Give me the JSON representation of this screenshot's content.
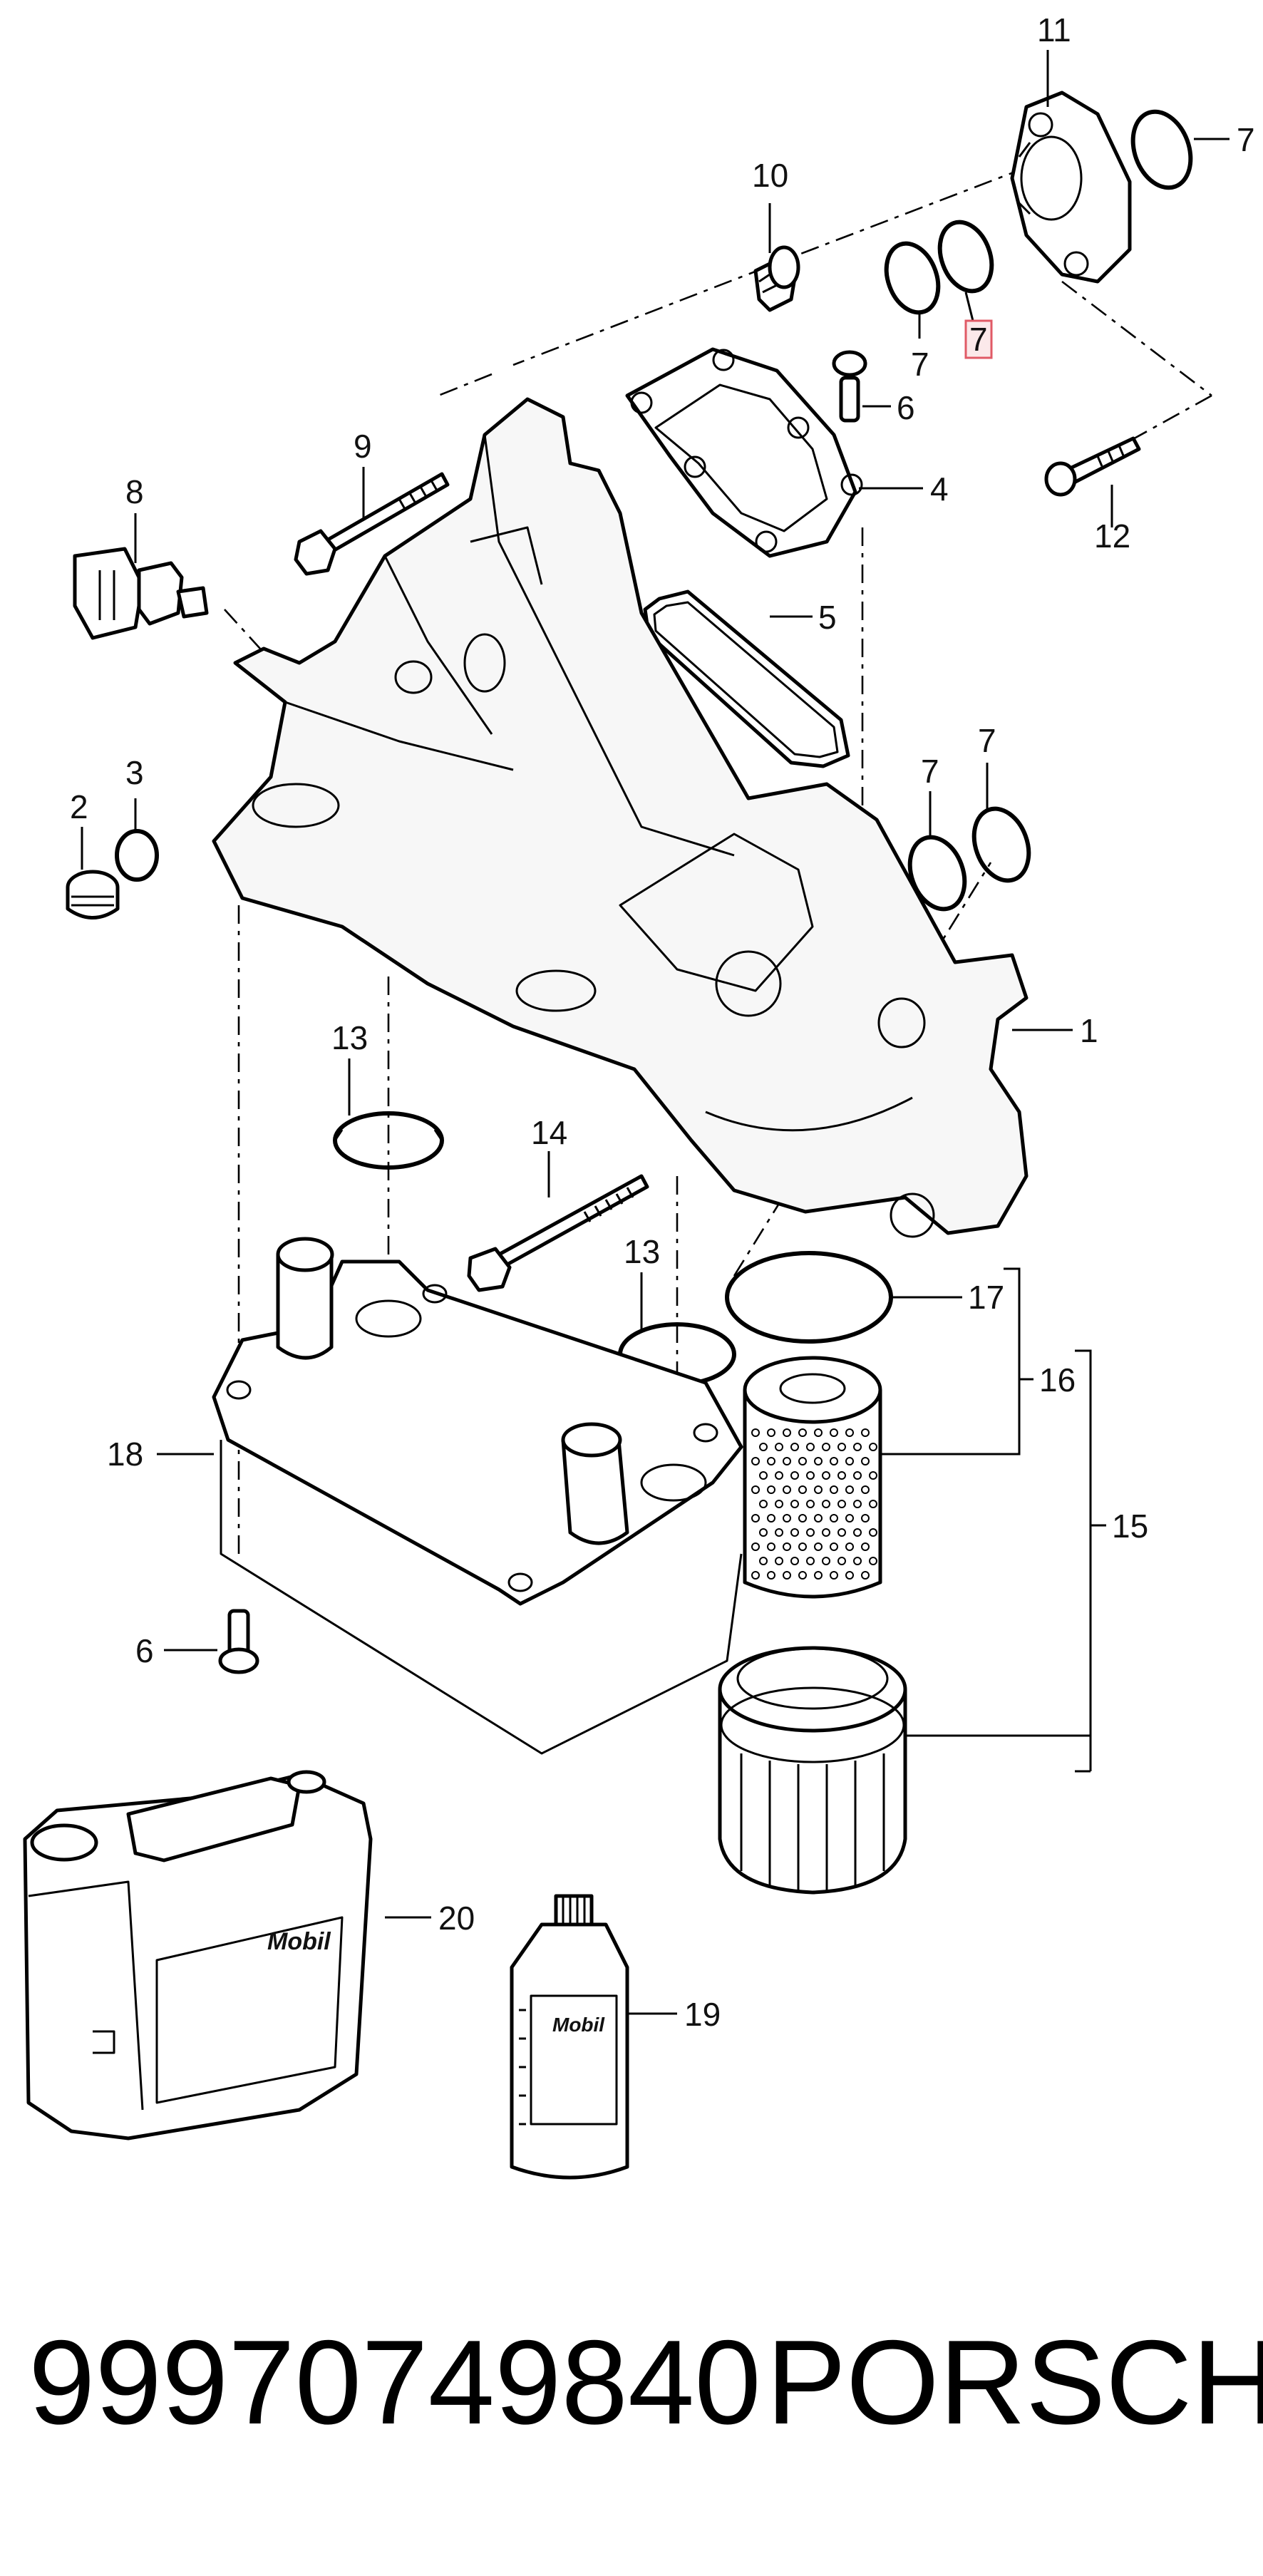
{
  "callouts": {
    "c1": "1",
    "c2": "2",
    "c3": "3",
    "c4": "4",
    "c5": "5",
    "c6_top": "6",
    "c6_bottom": "6",
    "c7_top_right": "7",
    "c7_middle": "7",
    "c7_highlighted": "7",
    "c7_lower_left": "7",
    "c7_lower_right": "7",
    "c8": "8",
    "c9": "9",
    "c10": "10",
    "c11": "11",
    "c12": "12",
    "c13_upper": "13",
    "c13_lower": "13",
    "c14": "14",
    "c15": "15",
    "c16": "16",
    "c17": "17",
    "c18": "18",
    "c19": "19",
    "c20": "20"
  },
  "labels": {
    "canister_logo": "Mobil",
    "bottle_logo": "Mobil"
  },
  "footer": {
    "part_number": "99970749840",
    "brand": "PORSCHE"
  },
  "colors": {
    "line": "#000000",
    "highlight_fill": "#fbe9ea",
    "highlight_border": "#e05a66"
  }
}
